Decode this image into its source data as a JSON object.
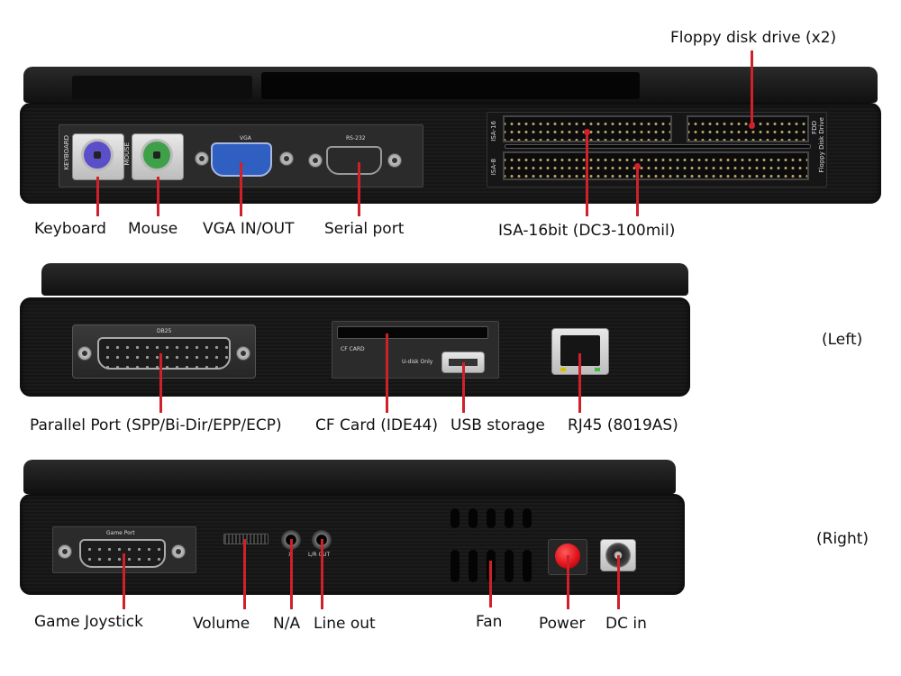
{
  "labels": {
    "floppy": "Floppy disk drive (x2)",
    "keyboard": "Keyboard",
    "mouse": "Mouse",
    "vga": "VGA IN/OUT",
    "serial": "Serial port",
    "isa": "ISA-16bit (DC3-100mil)",
    "parallel": "Parallel Port (SPP/Bi-Dir/EPP/ECP)",
    "cf": "CF Card (IDE44)",
    "usb": "USB storage",
    "rj45": "RJ45 (8019AS)",
    "joystick": "Game Joystick",
    "volume": "Volume",
    "na": "N/A",
    "lineout": "Line out",
    "fan": "Fan",
    "power": "Power",
    "dcin": "DC in"
  },
  "sides": {
    "left": "(Left)",
    "right": "(Right)"
  },
  "panel_text": {
    "keyboard": "KEYBOARD",
    "mouse": "MOUSE",
    "vga": "VGA",
    "rs232": "RS-232",
    "isa16": "ISA-16",
    "isa8": "ISA-8",
    "fdd": "FDD",
    "floppy_vertical": "Floppy Disk Drive",
    "db25": "DB25",
    "cf_card": "CF CARD",
    "udisk": "U-disk Only",
    "game_port": "Game Port",
    "x": "X",
    "lr_out": "L/R OUT"
  },
  "colors": {
    "callout": "#d0202a",
    "keyboard_port": "#5a4fc8",
    "mouse_port": "#3fa04a",
    "vga_port": "#2f5fc0",
    "power_button": "#e0141c"
  }
}
